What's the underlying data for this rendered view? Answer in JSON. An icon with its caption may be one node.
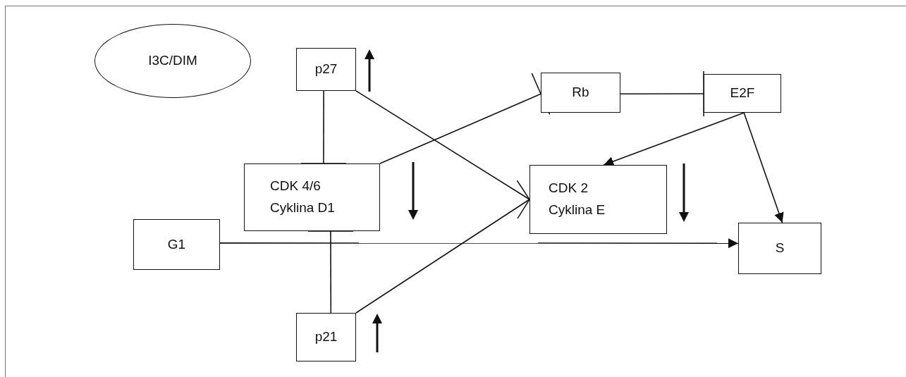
{
  "diagram": {
    "nodes": [
      {
        "text": [
          "I3C/DIM"
        ]
      },
      {
        "text": [
          "p27"
        ]
      },
      {
        "text": [
          "Rb"
        ]
      },
      {
        "text": [
          "E2F"
        ]
      },
      {
        "text": [
          "CDK 4/6",
          "Cyklina D1"
        ]
      },
      {
        "text": [
          "CDK 2",
          "Cyklina E"
        ]
      },
      {
        "text": [
          "G1"
        ]
      },
      {
        "text": [
          "S"
        ]
      },
      {
        "text": [
          "p21"
        ]
      }
    ],
    "edges": [
      {
        "from": 1,
        "to": 4,
        "arrow": "other"
      },
      {
        "from": 8,
        "to": 4,
        "arrow": "other"
      },
      {
        "from": 4,
        "to": 2,
        "arrow": "other"
      },
      {
        "from": 2,
        "to": 3,
        "arrow": "other"
      },
      {
        "from": 3,
        "to": 5,
        "arrow": "to"
      },
      {
        "from": 3,
        "to": 7,
        "arrow": "to"
      },
      {
        "from": 1,
        "to": 5,
        "arrow": "other"
      },
      {
        "from": 8,
        "to": 5,
        "arrow": "other"
      },
      {
        "from": 6,
        "to": 7,
        "arrow": "to"
      }
    ]
  }
}
